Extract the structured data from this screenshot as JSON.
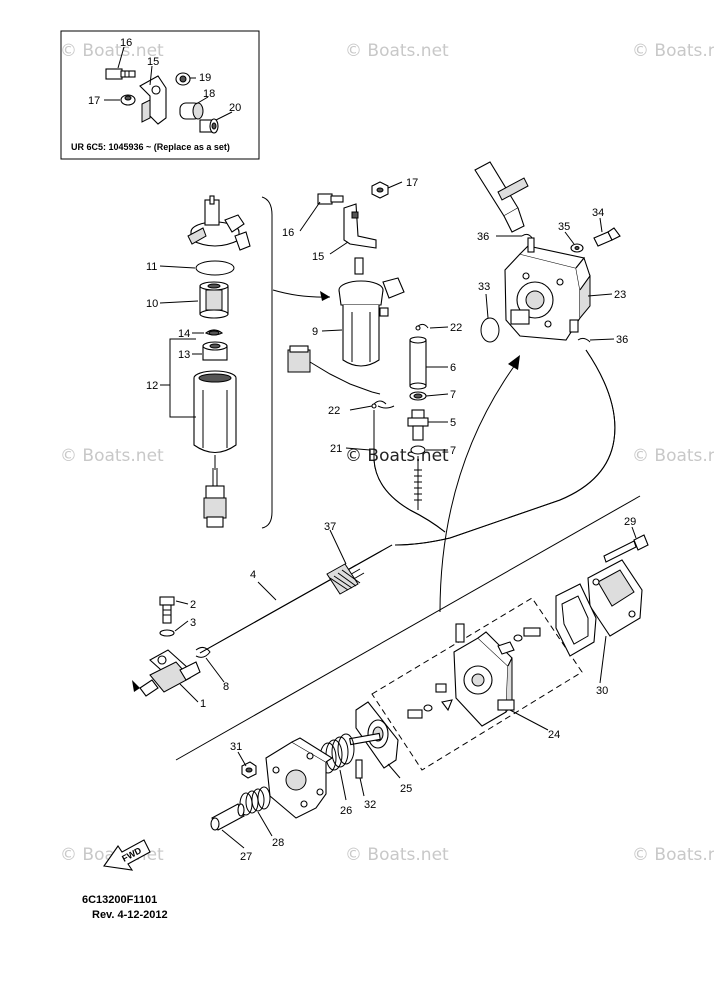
{
  "inset": {
    "note": "UR  6C5: 1045936 ~   (Replace as a set)"
  },
  "watermark": {
    "text": "© Boats.net"
  },
  "fwd_label": "FWD",
  "footer": {
    "code": "6C13200F1101",
    "rev": "Rev.  4-12-2012"
  },
  "callouts": {
    "c1": "1",
    "c2": "2",
    "c3": "3",
    "c4": "4",
    "c5": "5",
    "c6": "6",
    "c7a": "7",
    "c7b": "7",
    "c8": "8",
    "c9": "9",
    "c10": "10",
    "c11": "11",
    "c12": "12",
    "c13": "13",
    "c14": "14",
    "c15a": "15",
    "c15b": "15",
    "c16a": "16",
    "c16b": "16",
    "c17a": "17",
    "c17b": "17",
    "c18": "18",
    "c19": "19",
    "c20": "20",
    "c21": "21",
    "c22a": "22",
    "c22b": "22",
    "c23": "23",
    "c24": "24",
    "c25": "25",
    "c26": "26",
    "c27": "27",
    "c28": "28",
    "c29": "29",
    "c30": "30",
    "c31": "31",
    "c32": "32",
    "c33": "33",
    "c34": "34",
    "c35": "35",
    "c36a": "36",
    "c36b": "36",
    "c37": "37"
  }
}
